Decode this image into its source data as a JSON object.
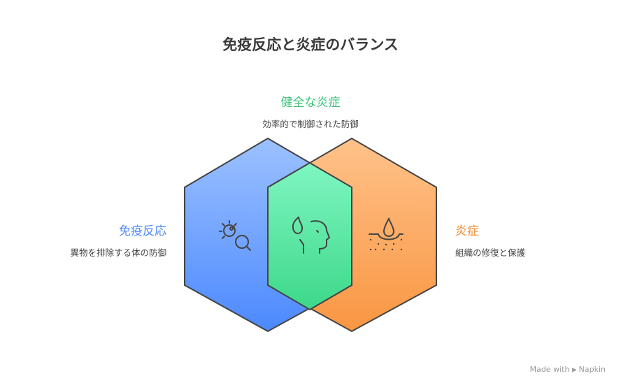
{
  "title": "免疫反応と炎症のバランス",
  "sections": {
    "left": {
      "label": "免疫反応",
      "description": "異物を排除する体の防御",
      "color": "#4F8BF5",
      "icon": "virus-search-icon"
    },
    "center": {
      "label": "健全な炎症",
      "description": "効率的で制御された防御",
      "color": "#3CC27A",
      "icon": "head-flame-icon"
    },
    "right": {
      "label": "炎症",
      "description": "組織の修復と保護",
      "color": "#F08A2E",
      "icon": "skin-drop-icon"
    }
  },
  "footer": {
    "made_with": "Made with",
    "brand": "Napkin"
  }
}
